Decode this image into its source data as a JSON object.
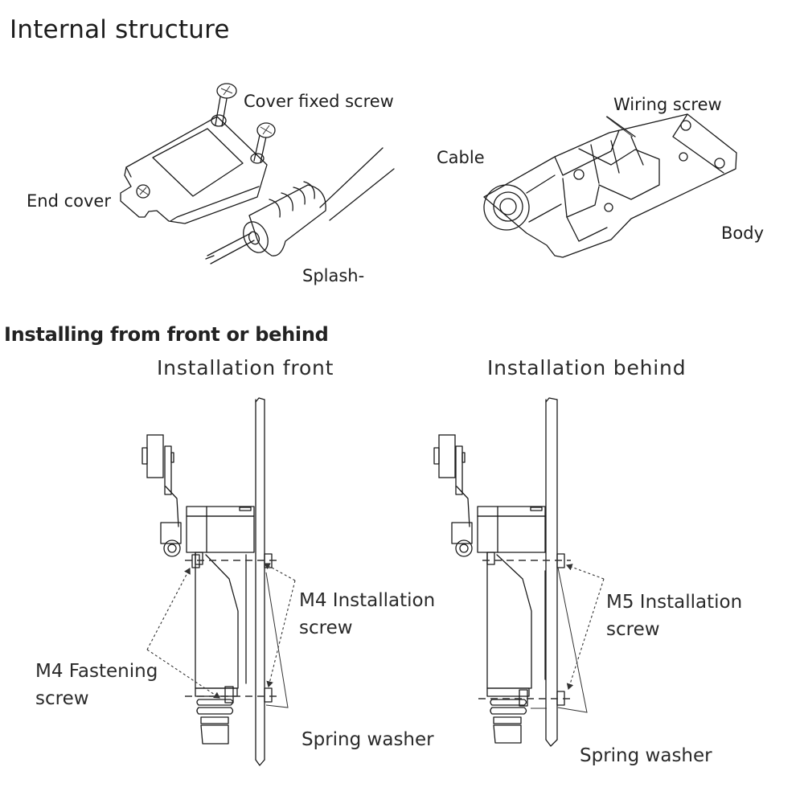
{
  "sections": {
    "internal": {
      "title": "Internal structure",
      "labels": {
        "cover_fixed_screw": "Cover fixed screw",
        "end_cover": "End cover",
        "splash": "Splash-",
        "cable": "Cable",
        "wiring_screw": "Wiring screw",
        "body": "Body"
      }
    },
    "installing": {
      "title": "Installing from front or behind",
      "front": {
        "title": "Installation front",
        "installation_screw_line1": "M4 Installation",
        "installation_screw_line2": "screw",
        "fastening_screw_line1": "M4 Fastening",
        "fastening_screw_line2": "screw",
        "spring_washer": "Spring washer"
      },
      "behind": {
        "title": "Installation behind",
        "installation_screw_line1": "M5 Installation",
        "installation_screw_line2": "screw",
        "spring_washer": "Spring washer"
      }
    }
  },
  "icons": {
    "end_cover": "end-cover-drawing",
    "splash_cable": "cable-splash-drawing",
    "body": "switch-body-drawing",
    "switch": "limit-switch-side-drawing",
    "panel": "mounting-panel-drawing"
  },
  "colors": {
    "ink": "#1a1a1a",
    "background": "#ffffff"
  }
}
